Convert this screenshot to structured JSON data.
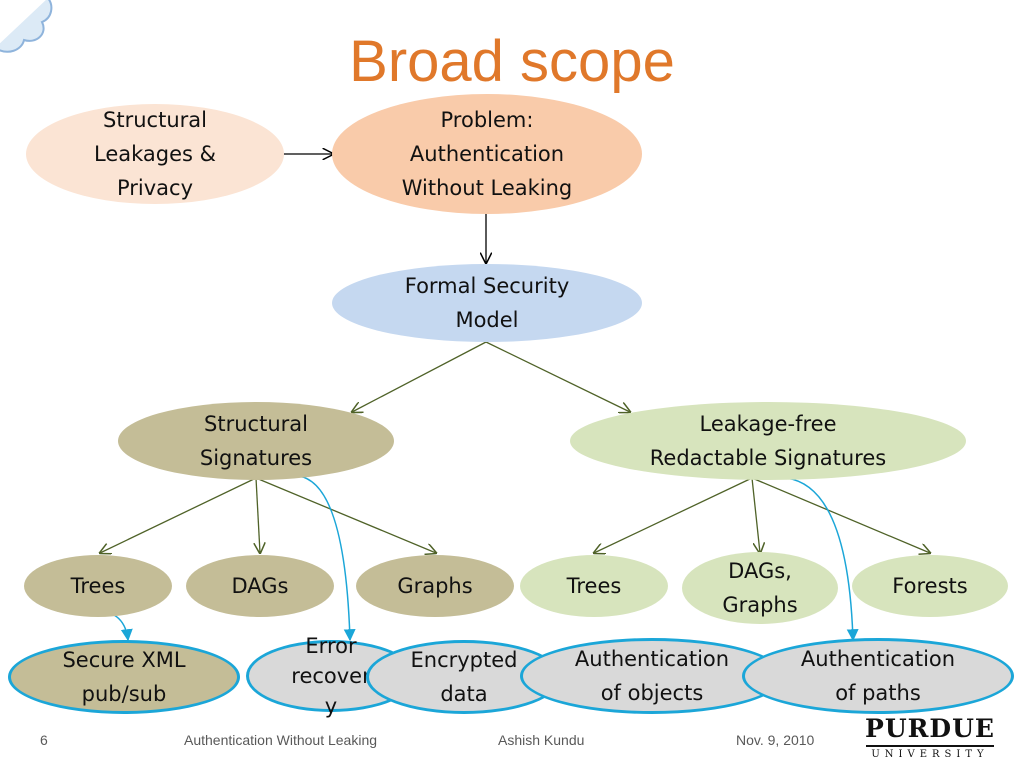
{
  "slide": {
    "title": "Broad scope",
    "footer": {
      "page_number": "6",
      "presentation_title": "Authentication  Without Leaking",
      "author": "Ashish Kundu",
      "date": "Nov. 9, 2010"
    },
    "logo": {
      "name": "PURDUE",
      "subtitle": "UNIVERSITY"
    }
  },
  "diagram": {
    "nodes": {
      "structural_leakages": "Structural\nLeakages &\nPrivacy",
      "problem": "Problem:\nAuthentication\nWithout Leaking",
      "formal_model": "Formal Security\nModel",
      "structural_signatures": "Structural\nSignatures",
      "leakage_free": "Leakage-free\nRedactable Signatures",
      "trees_left": "Trees",
      "dags_left": "DAGs",
      "graphs_left": "Graphs",
      "trees_right": "Trees",
      "dags_graphs_right": "DAGs,\nGraphs",
      "forests": "Forests",
      "secure_xml": "Secure XML\npub/sub",
      "error_recovery": "Error\nrecover\ny",
      "encrypted_data": "Encrypted\ndata",
      "auth_objects": "Authentication\nof objects",
      "auth_paths": "Authentication\nof paths"
    },
    "colors": {
      "title": "#e0782a",
      "connector": "#1ba6d8",
      "edge": "#4f6228"
    }
  }
}
